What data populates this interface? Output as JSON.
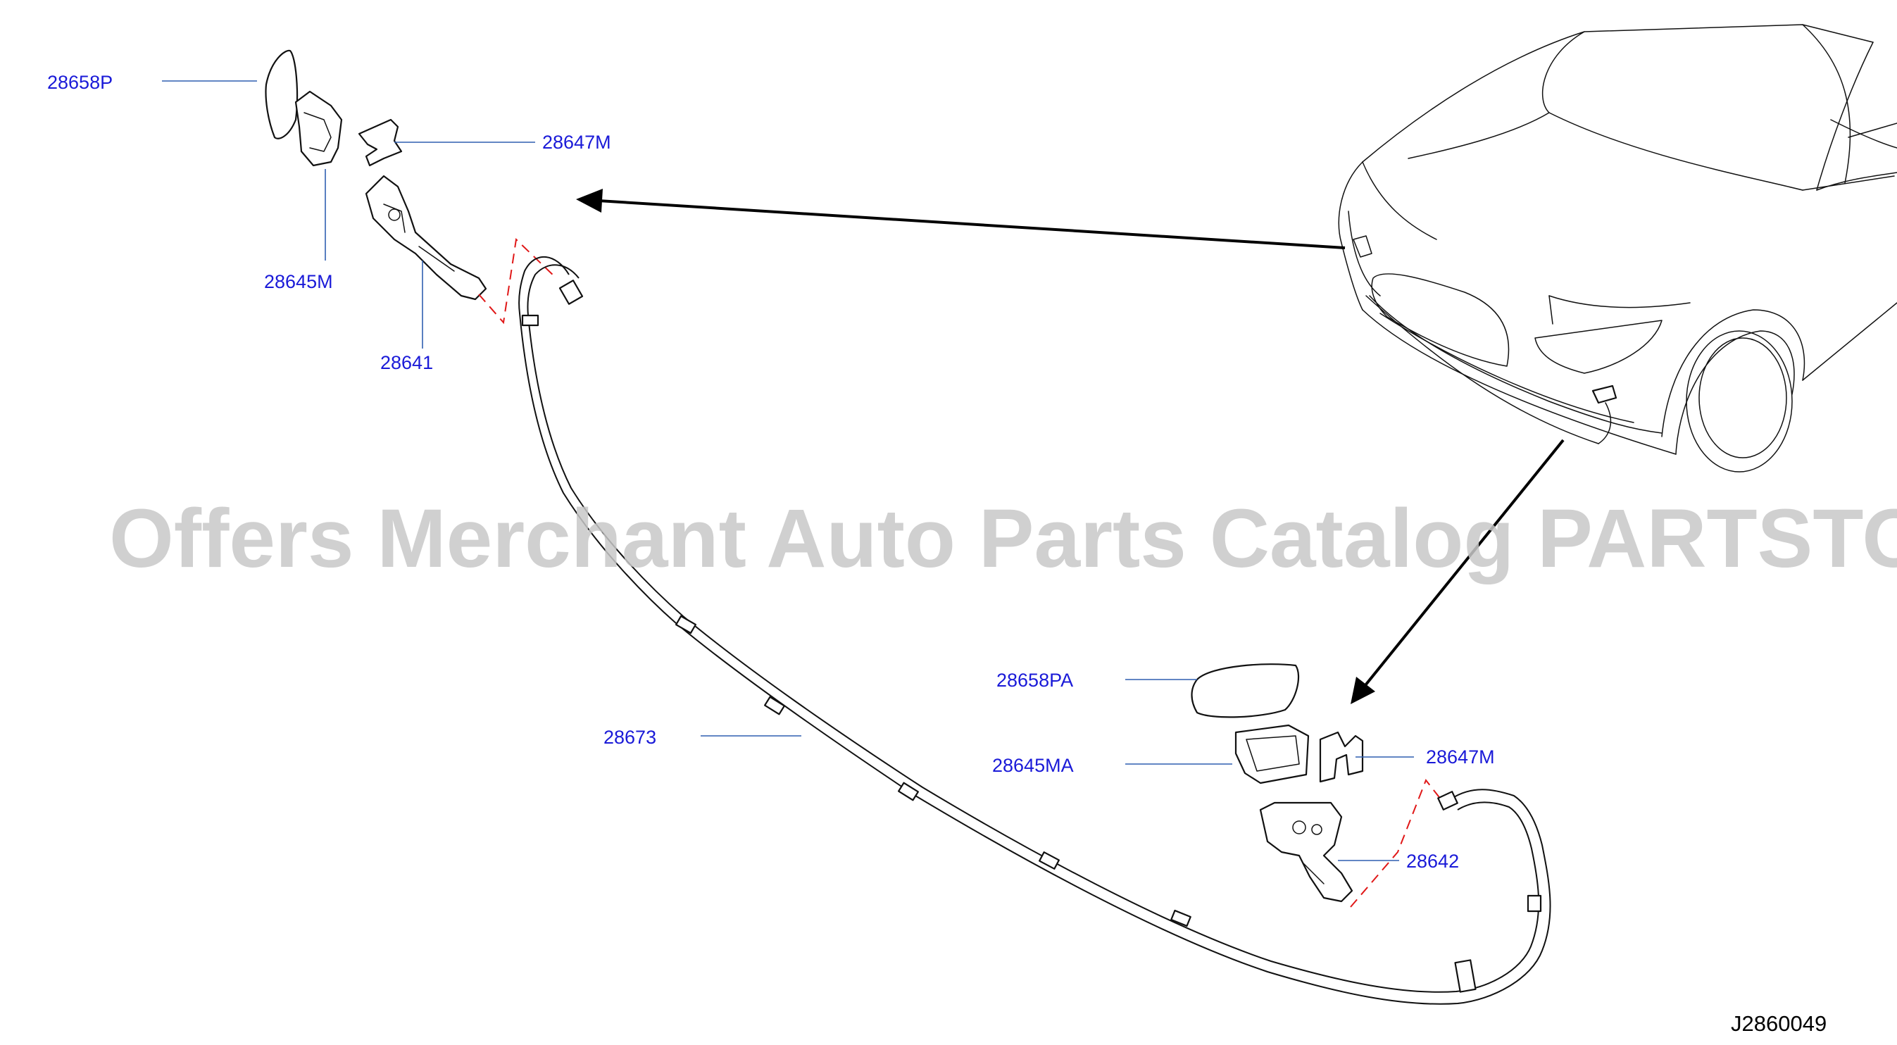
{
  "watermark": "Offers Merchant Auto Parts Catalog PARTSTORE.SA",
  "diagram_id": "J2860049",
  "parts": {
    "p28658P": "28658P",
    "p28647M_top": "28647M",
    "p28645M": "28645M",
    "p28641": "28641",
    "p28673": "28673",
    "p28658PA": "28658PA",
    "p28645MA": "28645MA",
    "p28647M_bottom": "28647M",
    "p28642": "28642"
  }
}
